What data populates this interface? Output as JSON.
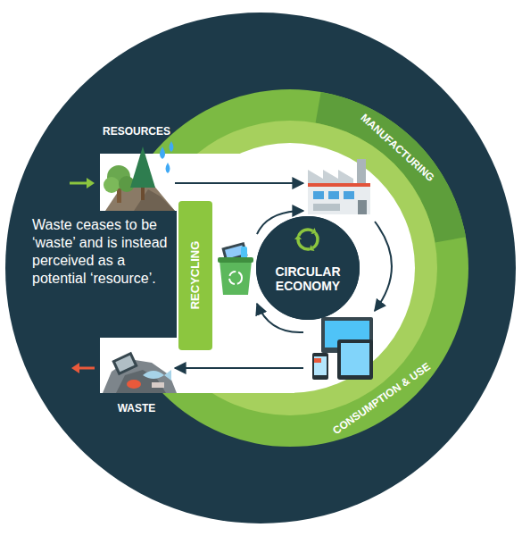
{
  "diagram": {
    "nodes": [
      {
        "text": [
          "RESOURCES"
        ]
      },
      {
        "text": [
          "MANUFACTURING"
        ]
      },
      {
        "text": [
          "RECYCLING"
        ]
      },
      {
        "text": [
          "CIRCULAR ECONOMY"
        ]
      },
      {
        "text": [
          "CONSUMPTION & USE"
        ]
      },
      {
        "text": [
          "WASTE"
        ]
      }
    ],
    "edges": [
      {
        "from": 0,
        "to": 1,
        "arrow": "to"
      },
      {
        "from": 1,
        "to": 4,
        "arrow": "to"
      },
      {
        "from": 4,
        "to": 2,
        "arrow": "to"
      },
      {
        "from": 2,
        "to": 1,
        "arrow": "to"
      },
      {
        "from": 4,
        "to": 5,
        "arrow": "to"
      }
    ],
    "labels": [
      "Waste ceases to be ‘waste’ and is instead perceived as a potential ‘resource’."
    ]
  }
}
